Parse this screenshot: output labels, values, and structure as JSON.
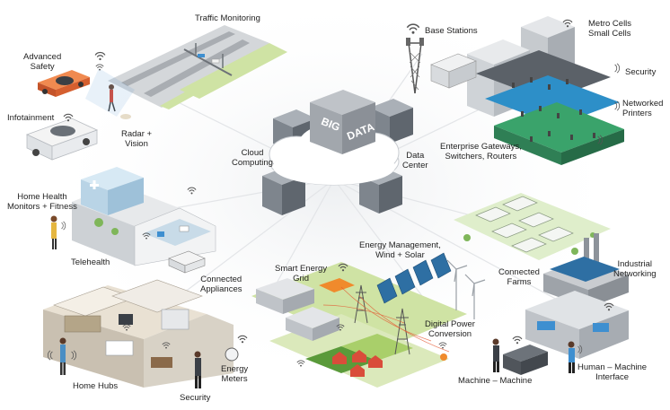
{
  "center": {
    "big": "BIG",
    "data": "DATA"
  },
  "labels": {
    "traffic_monitoring": "Traffic Monitoring",
    "base_stations": "Base Stations",
    "metro_cells": [
      "Metro Cells",
      "Small Cells"
    ],
    "security_top": "Security",
    "networked_printers": [
      "Networked",
      "Printers"
    ],
    "advanced_safety": [
      "Advanced",
      "Safety"
    ],
    "infotainment": "Infotainment",
    "radar_vision": [
      "Radar +",
      "Vision"
    ],
    "cloud_computing": [
      "Cloud",
      "Computing"
    ],
    "data_center": [
      "Data",
      "Center"
    ],
    "enterprise": [
      "Enterprise Gateways,",
      "Switchers, Routers"
    ],
    "home_health": [
      "Home Health",
      "Monitors + Fitness"
    ],
    "telehealth": "Telehealth",
    "energy_management": [
      "Energy Management,",
      "Wind + Solar"
    ],
    "smart_energy_grid": [
      "Smart Energy",
      "Grid"
    ],
    "connected_appliances": [
      "Connected",
      "Appliances"
    ],
    "connected_farms": [
      "Connected",
      "Farms"
    ],
    "industrial_networking": [
      "Industrial",
      "Networking"
    ],
    "digital_power": [
      "Digital Power",
      "Conversion"
    ],
    "home_hubs": "Home Hubs",
    "energy_meters": [
      "Energy",
      "Meters"
    ],
    "security_bottom": "Security",
    "machine_machine": "Machine – Machine",
    "human_machine": [
      "Human – Machine",
      "Interface"
    ]
  },
  "colors": {
    "grass": "#cfe3a4",
    "grass_dark": "#a9cf6a",
    "building_grey": "#c9ccd0",
    "building_dark": "#8d939a",
    "accent_blue": "#3e8fd0",
    "accent_teal": "#1f9aa8",
    "car_orange": "#e8672c",
    "power_orange": "#f08a2c",
    "road": "#a9adb2"
  },
  "icons": [
    "wifi-icon",
    "cell-tower-icon",
    "wind-turbine-icon",
    "solar-panel-icon",
    "power-pylon-icon",
    "server-rack-icon",
    "cloud-icon"
  ]
}
